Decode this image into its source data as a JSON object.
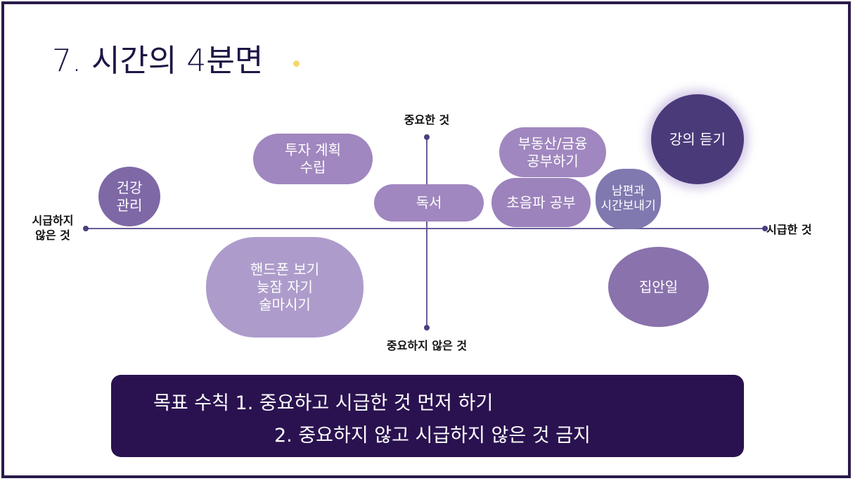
{
  "title": "7. 시간의 4분면",
  "axes": {
    "top": "중요한 것",
    "bottom": "중요하지 않은 것",
    "left": "시급하지\n않은 것",
    "right": "시급한 것"
  },
  "items": [
    {
      "label": "건강\n관리",
      "color": "#7e68a6"
    },
    {
      "label": "투자 계획\n수립",
      "color": "#a087bf"
    },
    {
      "label": "독서",
      "color": "#a087bf"
    },
    {
      "label": "부동산/금융\n공부하기",
      "color": "#a087bf"
    },
    {
      "label": "초음파 공부",
      "color": "#9c83bc"
    },
    {
      "label": "남편과\n시간보내기",
      "color": "#8079b0"
    },
    {
      "label": "강의 듣기",
      "color": "#4a3a7a"
    },
    {
      "label": "집안일",
      "color": "#8a72ad"
    },
    {
      "label": "핸드폰 보기\n늦잠 자기\n술마시기",
      "color": "#ad9ccb"
    }
  ],
  "goal": {
    "line1": "목표 수칙 1. 중요하고 시급한 것 먼저 하기",
    "line2": "2. 중요하지 않고 시급하지 않은 것 금지"
  }
}
